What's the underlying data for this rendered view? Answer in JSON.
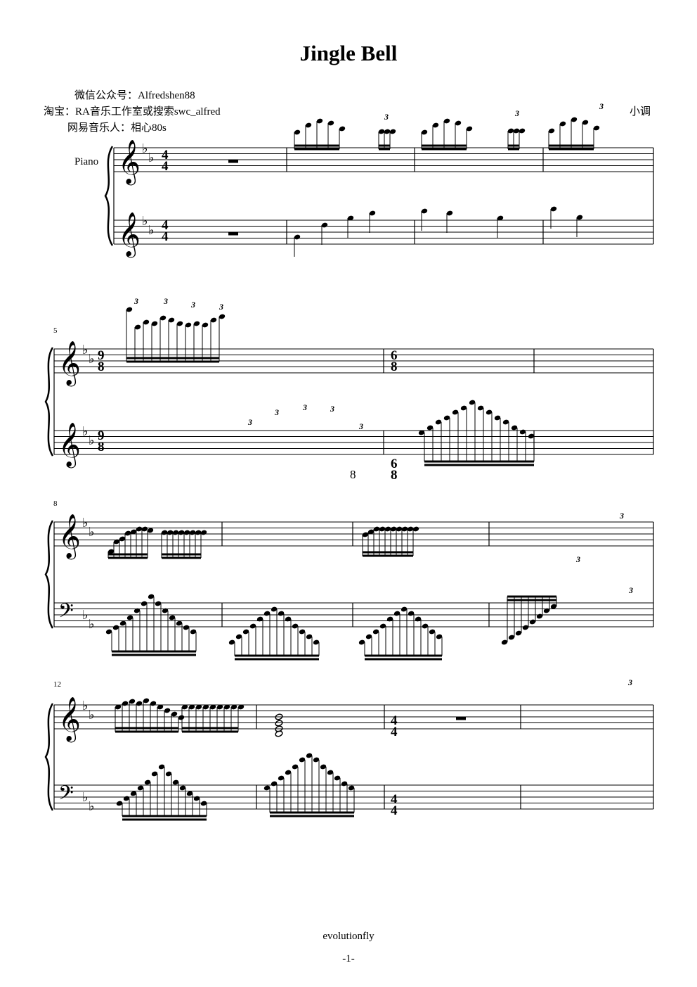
{
  "title": "Jingle Bell",
  "credits": [
    "微信公众号：Alfredshen88",
    "淘宝：RA音乐工作室或搜索swc_alfred",
    "网易音乐人：相心80s"
  ],
  "mood": "小调",
  "instrument": "Piano",
  "measure_numbers": [
    "5",
    "8",
    "12"
  ],
  "time_signatures": {
    "sys1_top": [
      "4",
      "4"
    ],
    "sys1_bot": [
      "4",
      "4"
    ],
    "sys2_top_m5": [
      "9",
      "8"
    ],
    "sys2_bot_m5": [
      "9",
      "8"
    ],
    "sys2_top_m6": [
      "6",
      "8"
    ],
    "sys2_bot_m6": [
      "6",
      "8"
    ],
    "sys4_top_m14": [
      "4",
      "4"
    ],
    "sys4_bot_m14": [
      "4",
      "4"
    ]
  },
  "tuplet_label": "3",
  "ottava_label": "8",
  "footer": "evolutionfly",
  "page_number": "-1-"
}
